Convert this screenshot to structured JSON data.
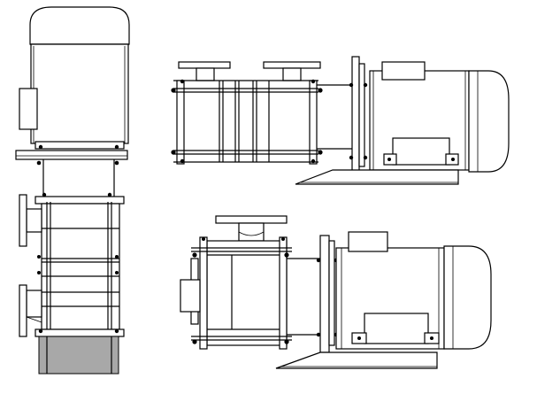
{
  "drawing": {
    "views": [
      {
        "id": "front-vertical",
        "kind": "vertical pump with motor on top"
      },
      {
        "id": "top-horizontal",
        "kind": "horizontal pump, two top flanges"
      },
      {
        "id": "bottom-horizontal",
        "kind": "horizontal pump, top flange and side inlet"
      }
    ],
    "colors": {
      "line": "#000000",
      "background": "#ffffff",
      "base_fill": "#a8a8a8"
    }
  }
}
